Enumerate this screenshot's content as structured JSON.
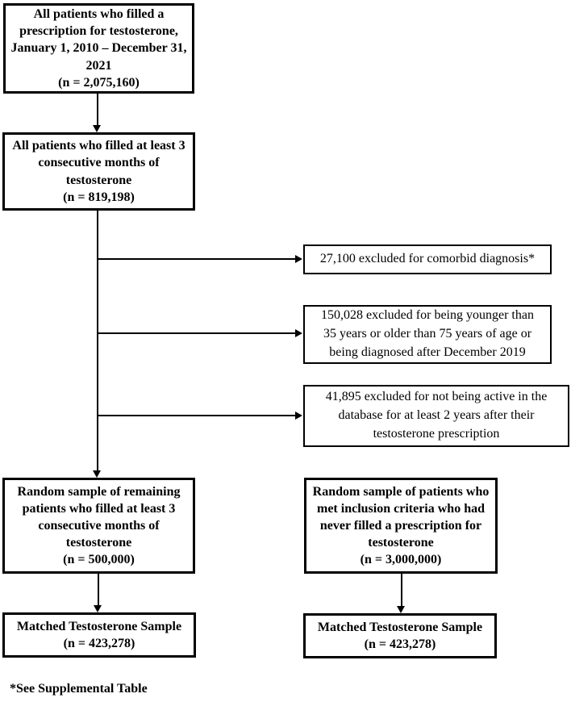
{
  "diagram": {
    "type": "patient-selection-flowchart",
    "colors": {
      "border": "#000000",
      "background": "#ffffff",
      "text": "#000000"
    },
    "boxes": {
      "all_prescriptions": {
        "lines": [
          "All patients who filled a",
          "prescription for testosterone,",
          "January 1, 2010 – December 31,",
          "2021",
          "(n = 2,075,160)"
        ]
      },
      "consecutive_months": {
        "lines": [
          "All patients who filled at least 3",
          "consecutive months of",
          "testosterone",
          "(n = 819,198)"
        ]
      },
      "excluded_comorbid": {
        "lines": [
          "27,100 excluded for comorbid diagnosis*"
        ]
      },
      "excluded_age": {
        "lines": [
          "150,028 excluded for being younger than",
          "35 years or older than 75 years of age or",
          "being diagnosed after December 2019"
        ]
      },
      "excluded_inactive": {
        "lines": [
          "41,895 excluded for not being active in the",
          "database for at least 2 years after their",
          "testosterone prescription"
        ]
      },
      "random_sample_testosterone": {
        "lines": [
          "Random sample of remaining",
          "patients who filled at least 3",
          "consecutive months of",
          "testosterone",
          "(n = 500,000)"
        ]
      },
      "random_sample_control": {
        "lines": [
          "Random sample of patients who",
          "met inclusion criteria who had",
          "never filled a prescription for",
          "testosterone",
          "(n = 3,000,000)"
        ]
      },
      "matched_testosterone": {
        "lines": [
          "Matched Testosterone Sample",
          "(n = 423,278)"
        ]
      },
      "matched_control": {
        "lines": [
          "Matched Testosterone Sample",
          "(n = 423,278)"
        ]
      }
    },
    "footnote": "*See Supplemental Table"
  }
}
